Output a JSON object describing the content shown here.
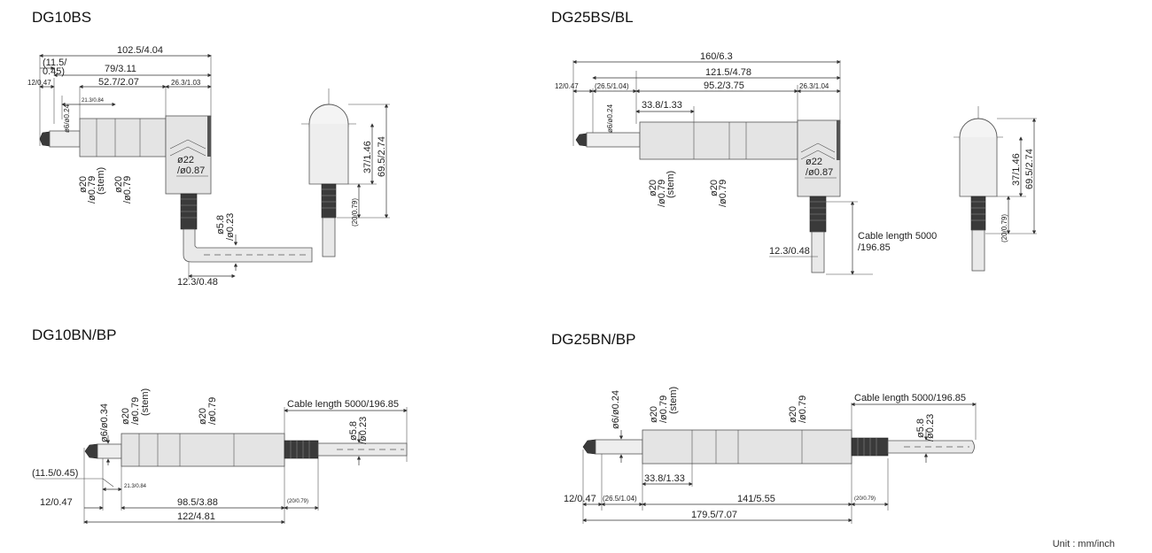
{
  "titles": {
    "dg10bs": "DG10BS",
    "dg25bs": "DG25BS/BL",
    "dg10bn": "DG10BN/BP",
    "dg25bn": "DG25BN/BP"
  },
  "unit_note": "Unit : mm/inch",
  "dg10bs": {
    "d_overall": "102.5/4.04",
    "d_offset_a": "(11.5/",
    "d_offset_b": "0.45)",
    "d_body": "79/3.11",
    "d_tip": "12/0.47",
    "d_stem_len": "21.3/0.84",
    "d_mid": "52.7/2.07",
    "d_head": "26.3/1.03",
    "d_tip_dia": "ø6/ø0.24",
    "d_stem_dia_a": "ø20",
    "d_stem_dia_b": "/ø0.79",
    "d_stem_tag": "(stem)",
    "d_body_dia_a": "ø20",
    "d_body_dia_b": "/ø0.79",
    "d_head_dia_a": "ø22",
    "d_head_dia_b": "/ø0.87",
    "d_cable_dia_a": "ø5.8",
    "d_cable_dia_b": "/ø0.23",
    "d_cable_off": "12.3/0.48",
    "d_side_h1": "37/1.46",
    "d_side_h2": "69.5/2.74",
    "d_side_h3": "(20/0.79)"
  },
  "dg25bs": {
    "d_overall": "160/6.3",
    "d_body": "121.5/4.78",
    "d_tip": "12/0.47",
    "d_offset": "(26.5/1.04)",
    "d_mid": "95.2/3.75",
    "d_head": "26.3/1.04",
    "d_stem_len": "33.8/1.33",
    "d_tip_dia": "ø6/ø0.24",
    "d_stem_dia_a": "ø20",
    "d_stem_dia_b": "/ø0.79",
    "d_stem_tag": "(stem)",
    "d_body_dia_a": "ø20",
    "d_body_dia_b": "/ø0.79",
    "d_head_dia_a": "ø22",
    "d_head_dia_b": "/ø0.87",
    "d_cable_len_a": "Cable length 5000",
    "d_cable_len_b": "/196.85",
    "d_cable_off": "12.3/0.48",
    "d_side_h1": "37/1.46",
    "d_side_h2": "69.5/2.74",
    "d_side_h3": "(20/0.79)"
  },
  "dg10bn": {
    "d_stem_dia_a": "ø20",
    "d_stem_dia_b": "/ø0.79",
    "d_stem_tag": "(stem)",
    "d_body_dia_a": "ø20",
    "d_body_dia_b": "/ø0.79",
    "d_tip_dia": "ø6/ø0.34",
    "d_cable_len": "Cable length 5000/196.85",
    "d_cable_dia_a": "ø5.8",
    "d_cable_dia_b": "/ø0.23",
    "d_offset": "(11.5/0.45)",
    "d_stem_len": "21.3/0.84",
    "d_tip": "12/0.47",
    "d_body": "98.5/3.88",
    "d_end": "(20/0.79)",
    "d_overall": "122/4.81"
  },
  "dg25bn": {
    "d_tip_dia": "ø6/ø0.24",
    "d_stem_dia_a": "ø20",
    "d_stem_dia_b": "/ø0.79",
    "d_stem_tag": "(stem)",
    "d_body_dia_a": "ø20",
    "d_body_dia_b": "/ø0.79",
    "d_cable_len": "Cable length 5000/196.85",
    "d_cable_dia_a": "ø5.8",
    "d_cable_dia_b": "/ø0.23",
    "d_stem_len": "33.8/1.33",
    "d_tip": "12/0.47",
    "d_offset": "(26.5/1.04)",
    "d_body": "141/5.55",
    "d_end": "(20/0.79)",
    "d_overall": "179.5/7.07"
  }
}
